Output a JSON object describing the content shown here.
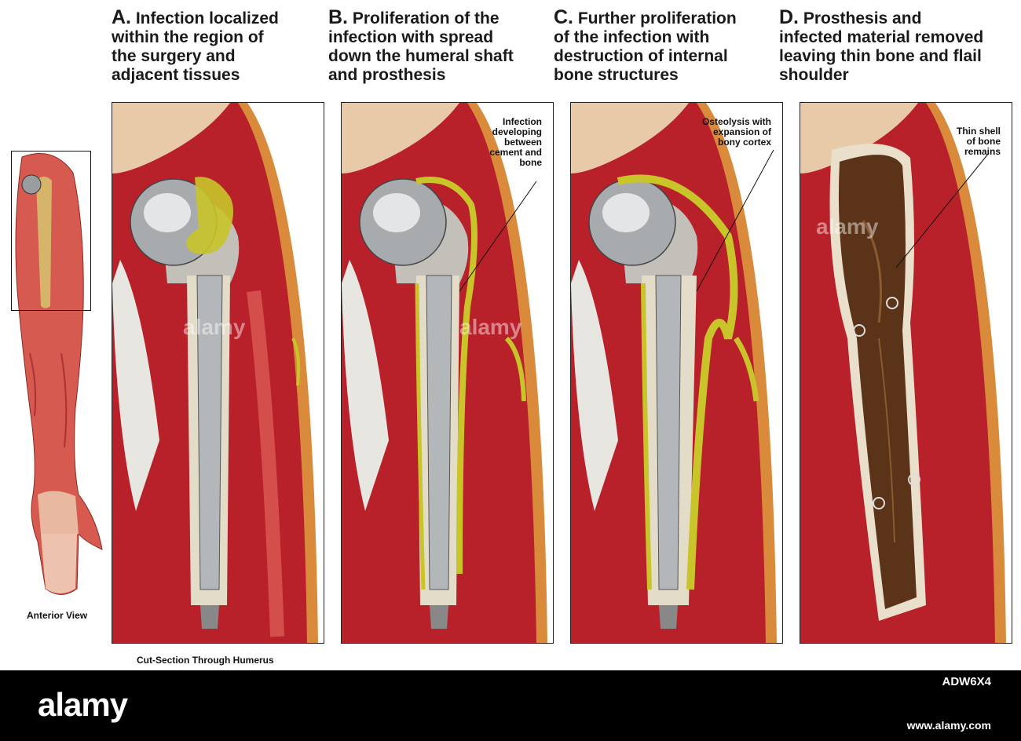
{
  "panels": [
    {
      "letter": "A.",
      "title_lines": [
        "Infection localized",
        "within the region of",
        "the surgery and",
        "adjacent tissues"
      ],
      "callout": []
    },
    {
      "letter": "B.",
      "title_lines": [
        "Proliferation of the",
        "infection with spread",
        "down the humeral shaft",
        "and prosthesis"
      ],
      "callout": [
        "Infection",
        "developing",
        "between",
        "cement and",
        "bone"
      ]
    },
    {
      "letter": "C.",
      "title_lines": [
        "Further proliferation",
        "of the infection with",
        "destruction of internal",
        "bone structures"
      ],
      "callout": [
        "Osteolysis with",
        "expansion of",
        "bony cortex"
      ]
    },
    {
      "letter": "D.",
      "title_lines": [
        "Prosthesis and",
        "infected material removed",
        "leaving thin bone and flail",
        "shoulder"
      ],
      "callout": [
        "Thin shell",
        "of bone",
        "remains"
      ]
    }
  ],
  "labels": {
    "anterior_view": "Anterior View",
    "cut_section": "Cut-Section Through Humerus"
  },
  "footer": {
    "brand": "alamy",
    "image_id": "ADW6X4",
    "url": "www.alamy.com"
  },
  "watermark": "alamy",
  "colors": {
    "muscle": "#c8252c",
    "muscle_light": "#e4574f",
    "infection": "#c8c42a",
    "metal": "#b9bcbf",
    "bone_brown": "#5a3318",
    "footer_bg": "#000000"
  }
}
